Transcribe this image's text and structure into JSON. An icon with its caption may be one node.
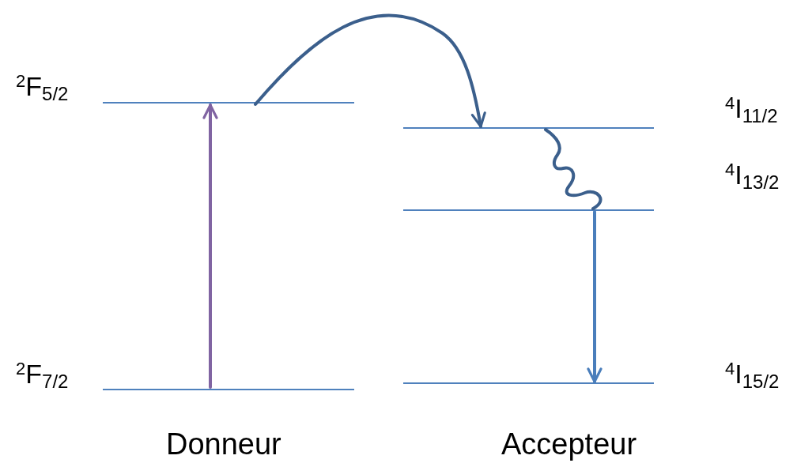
{
  "diagram": {
    "nodes": [
      {
        "text": [],
        "shape": "bar",
        "beside": [
          "$^{2}$F$_{5/2}$"
        ]
      },
      {
        "text": [],
        "shape": "bar",
        "beside": [
          "$^{4}$I$_{11/2}$"
        ]
      },
      {
        "text": [],
        "shape": "bar",
        "beside": [
          "$^{4}$I$_{13/2}$"
        ]
      },
      {
        "text": [],
        "shape": "bar",
        "beside": [
          "$^{4}$I$_{15/2}$"
        ]
      },
      {
        "text": [],
        "shape": "bar",
        "beside": [
          "$^{2}$F$_{7/2}$"
        ]
      }
    ],
    "edges": [
      {
        "from": 4,
        "to": 0,
        "arrow": "to",
        "color": "#8064a2"
      },
      {
        "from": 0,
        "to": 1,
        "arrow": "to",
        "color": "#3b5f8c"
      },
      {
        "from": 1,
        "to": 2,
        "arrow": "none",
        "color": "#3b5f8c"
      },
      {
        "from": 2,
        "to": 3,
        "arrow": "to",
        "color": "#4a7ebb"
      }
    ],
    "labels": [
      "Donneur",
      "Accepteur"
    ]
  }
}
